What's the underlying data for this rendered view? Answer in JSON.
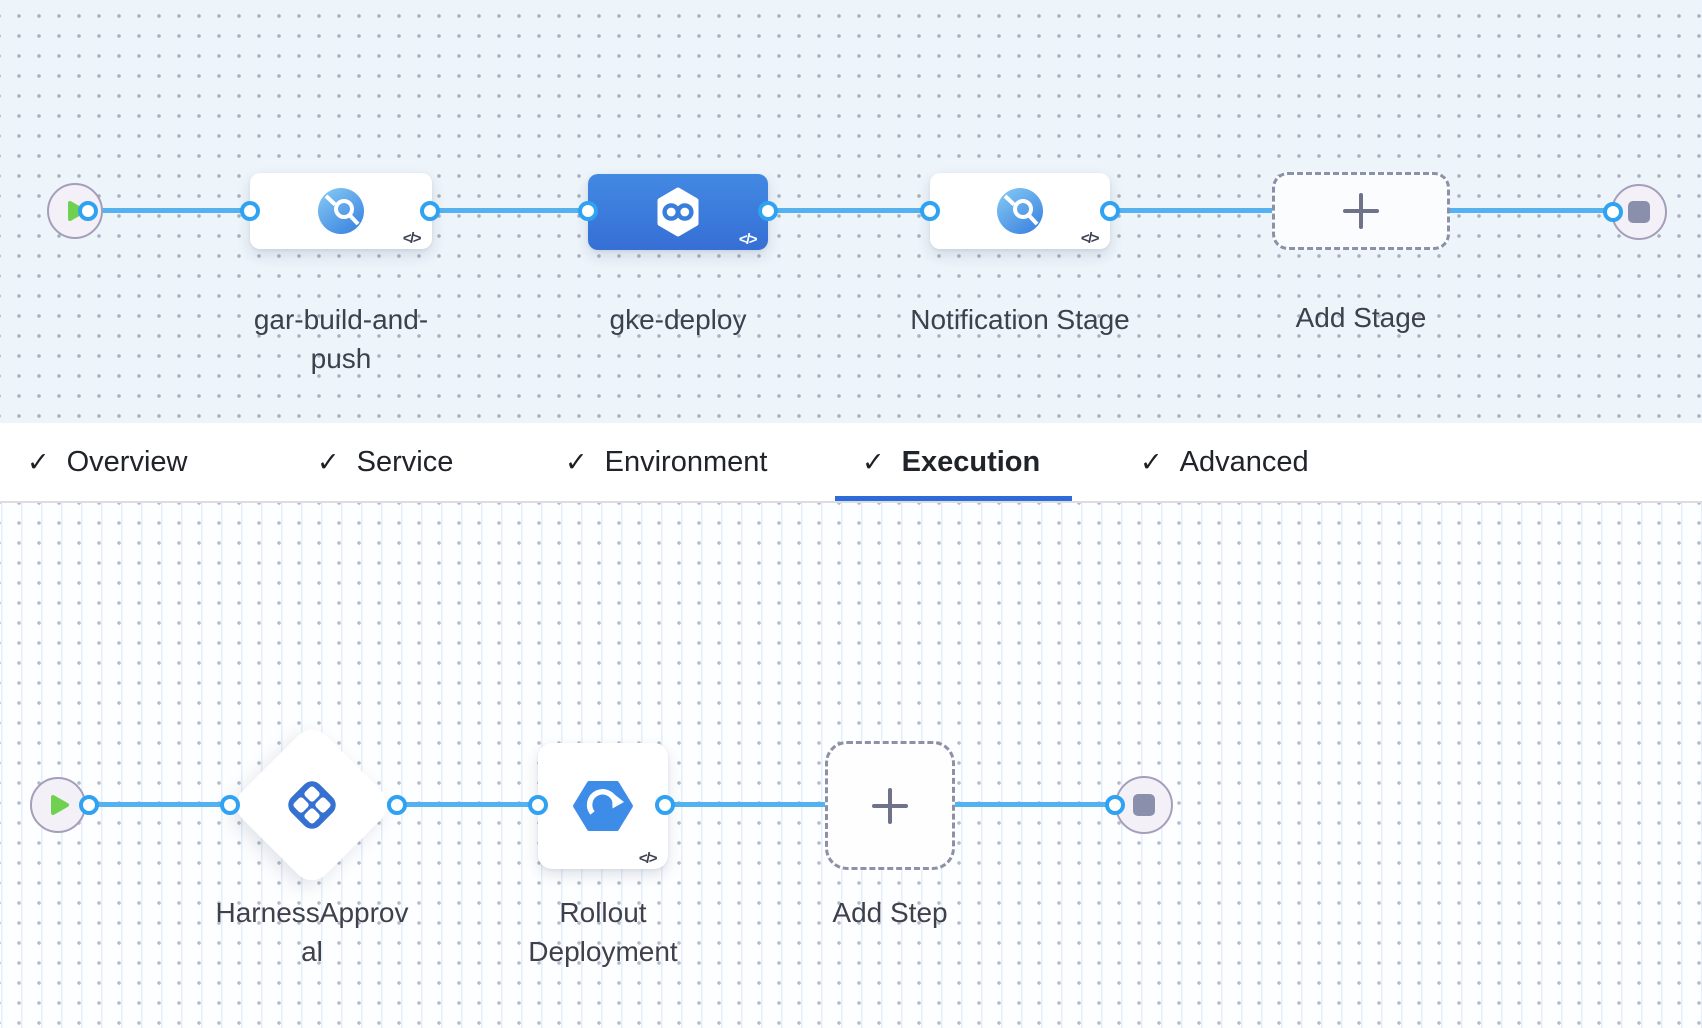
{
  "stage_pipeline": {
    "code_badge": "</>",
    "stages": [
      {
        "label": "gar-build-and-push",
        "icon": "custom-stage-icon",
        "selected": false
      },
      {
        "label": "gke-deploy",
        "icon": "deploy-stage-icon",
        "selected": true
      },
      {
        "label": "Notification Stage",
        "icon": "custom-stage-icon",
        "selected": false
      }
    ],
    "add_button_label": "Add Stage"
  },
  "tab_bar": {
    "check_glyph": "✓",
    "tabs": [
      {
        "label": "Overview",
        "checked": true,
        "active": false
      },
      {
        "label": "Service",
        "checked": true,
        "active": false
      },
      {
        "label": "Environment",
        "checked": true,
        "active": false
      },
      {
        "label": "Execution",
        "checked": true,
        "active": true
      },
      {
        "label": "Advanced",
        "checked": true,
        "active": false
      }
    ]
  },
  "execution_flow": {
    "code_badge": "</>",
    "steps": [
      {
        "label": "HarnessApproval",
        "icon": "approval-step-icon",
        "shape": "diamond"
      },
      {
        "label": "Rollout Deployment",
        "icon": "rollout-step-icon",
        "shape": "card"
      }
    ],
    "add_button_label": "Add Step"
  },
  "colors": {
    "connector": "#54B2F0",
    "selected_stage": "#3B7EDB",
    "active_tab_underline": "#2C6BD8",
    "canvas_top": "#EDF4FA"
  }
}
